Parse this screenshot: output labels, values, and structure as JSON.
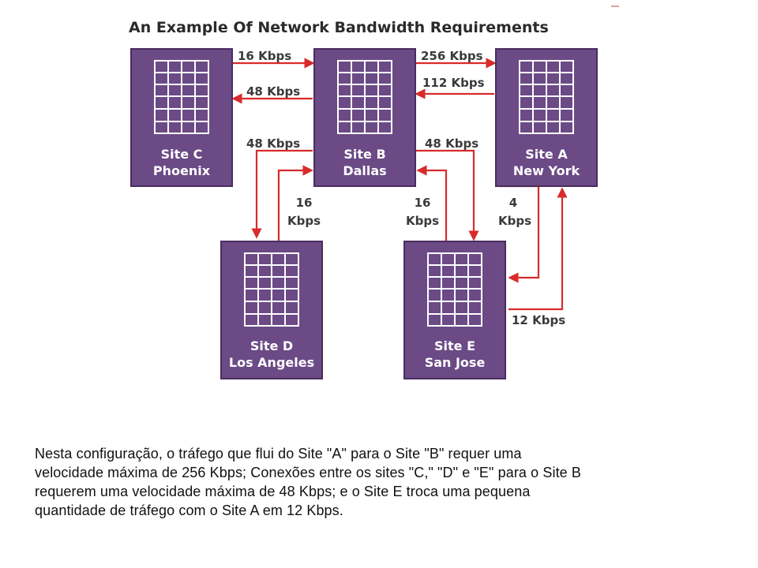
{
  "diagram": {
    "title": "An Example Of Network Bandwidth Requirements",
    "sites": {
      "c": {
        "name": "Site C",
        "city": "Phoenix"
      },
      "b": {
        "name": "Site B",
        "city": "Dallas"
      },
      "a": {
        "name": "Site A",
        "city": "New York"
      },
      "d": {
        "name": "Site D",
        "city": "Los Angeles"
      },
      "e": {
        "name": "Site E",
        "city": "San Jose"
      }
    },
    "links": {
      "c_to_b": "16 Kbps",
      "b_to_c": "48 Kbps",
      "b_to_a": "256 Kbps",
      "a_to_b": "112 Kbps",
      "b_to_d": "48 Kbps",
      "b_to_e": "48 Kbps",
      "d_to_b_value": "16",
      "d_to_b_unit": "Kbps",
      "e_to_b_value": "16",
      "e_to_b_unit": "Kbps",
      "a_to_e_value": "4",
      "a_to_e_unit": "Kbps",
      "e_to_a": "12 Kbps"
    },
    "colors": {
      "site_box": "#6b4a86",
      "site_border": "#4a2d5e",
      "grid": "#ffffff",
      "link": "#d82b2b",
      "label": "#3a3a3a"
    }
  },
  "caption": "Nesta configuração, o tráfego que flui do Site \"A\" para o Site \"B\" requer uma\nvelocidade máxima de 256 Kbps; Conexões entre os sites \"C,\" \"D\" e \"E\" para o  Site B\nrequerem uma velocidade máxima de 48 Kbps; e o Site E troca uma pequena\nquantidade de tráfego com o Site A em 12 Kbps."
}
